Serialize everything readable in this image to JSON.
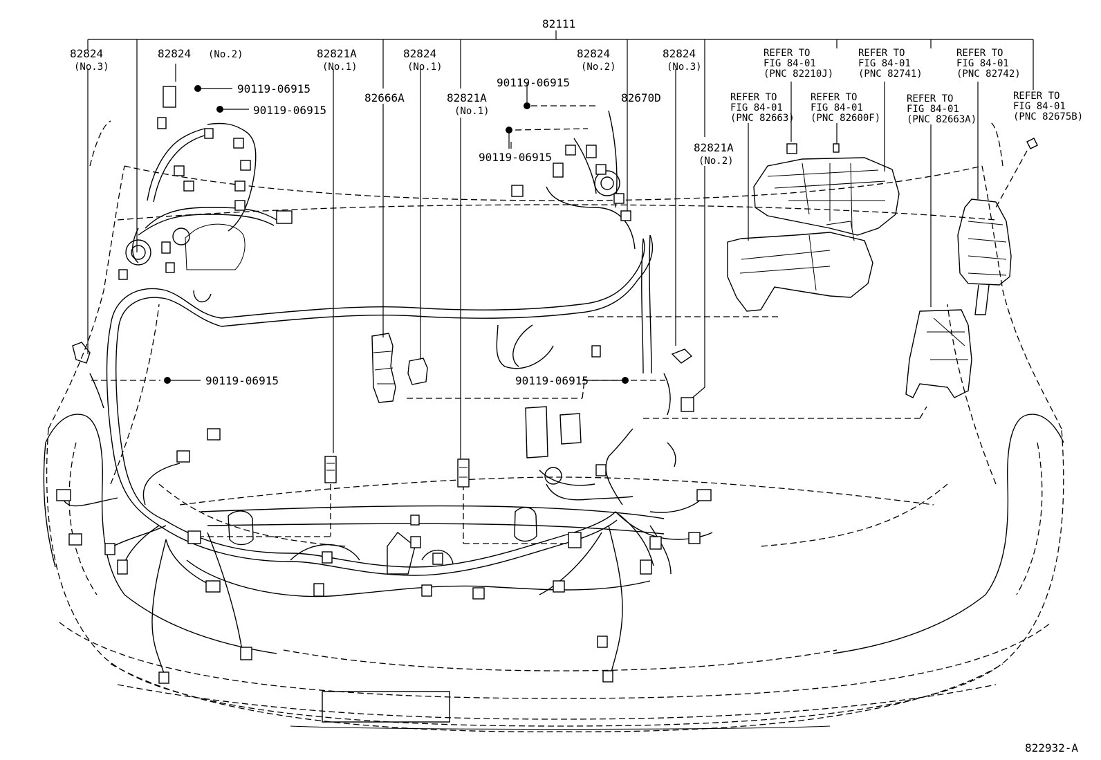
{
  "diagram": {
    "title_part": "82111",
    "figure_code": "822932-A",
    "labels": [
      {
        "id": "p82824_no3_left",
        "part": "82824",
        "sub": "(No.3)"
      },
      {
        "id": "p82824_no2_left",
        "part": "82824",
        "sub": "(No.2)"
      },
      {
        "id": "p82821a_no1_a",
        "part": "82821A",
        "sub": "(No.1)"
      },
      {
        "id": "p82824_no1",
        "part": "82824",
        "sub": "(No.1)"
      },
      {
        "id": "p82666a",
        "part": "82666A"
      },
      {
        "id": "p82821a_no1_b",
        "part": "82821A",
        "sub": "(No.1)"
      },
      {
        "id": "p82824_no2_right",
        "part": "82824",
        "sub": "(No.2)"
      },
      {
        "id": "p82670d",
        "part": "82670D"
      },
      {
        "id": "p82824_no3_right",
        "part": "82824",
        "sub": "(No.3)"
      },
      {
        "id": "p82821a_no2",
        "part": "82821A",
        "sub": "(No.2)"
      }
    ],
    "bolts": [
      {
        "id": "bolt1",
        "part": "90119-06915"
      },
      {
        "id": "bolt2",
        "part": "90119-06915"
      },
      {
        "id": "bolt3",
        "part": "90119-06915"
      },
      {
        "id": "bolt4",
        "part": "90119-06915"
      },
      {
        "id": "bolt5",
        "part": "90119-06915"
      },
      {
        "id": "bolt6",
        "part": "90119-06915"
      }
    ],
    "refers": [
      {
        "id": "ref_82210j",
        "text": "REFER TO\nFIG 84-01\n(PNC 82210J)"
      },
      {
        "id": "ref_82741",
        "text": "REFER TO\nFIG 84-01\n(PNC 82741)"
      },
      {
        "id": "ref_82742",
        "text": "REFER TO\nFIG 84-01\n(PNC 82742)"
      },
      {
        "id": "ref_82663",
        "text": "REFER TO\nFIG 84-01\n(PNC 82663)"
      },
      {
        "id": "ref_82600f",
        "text": "REFER TO\nFIG 84-01\n(PNC 82600F)"
      },
      {
        "id": "ref_82663a",
        "text": "REFER TO\nFIG 84-01\n(PNC 82663A)"
      },
      {
        "id": "ref_82675b",
        "text": "REFER TO\nFIG 84-01\n(PNC 82675B)"
      }
    ]
  }
}
